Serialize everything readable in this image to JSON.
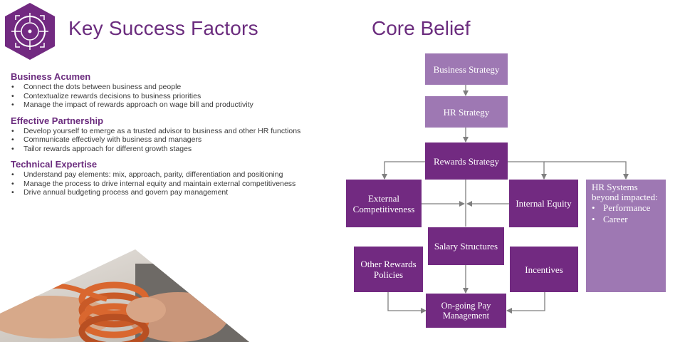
{
  "left": {
    "title": "Key Success Factors",
    "sections": [
      {
        "title": "Business Acumen",
        "items": [
          "Connect the dots between business and people",
          "Contextualize rewards decisions to business priorities",
          "Manage the impact of rewards approach on wage bill and productivity"
        ]
      },
      {
        "title": "Effective Partnership",
        "items": [
          "Develop yourself to emerge as a trusted advisor to business and other HR functions",
          "Communicate effectively with business and managers",
          "Tailor rewards approach for different growth stages"
        ]
      },
      {
        "title": "Technical Expertise",
        "items": [
          "Understand pay elements: mix, approach, parity, differentiation and positioning",
          "Manage the process to drive internal equity and maintain external competitiveness",
          "Drive annual budgeting process and govern pay management"
        ]
      }
    ]
  },
  "right": {
    "title": "Core Belief",
    "boxes": {
      "business_strategy": "Business Strategy",
      "hr_strategy": "HR Strategy",
      "rewards_strategy": "Rewards Strategy",
      "external_competitiveness": "External Competitiveness",
      "internal_equity": "Internal Equity",
      "salary_structures": "Salary Structures",
      "other_rewards_policies": "Other Rewards Policies",
      "incentives": "Incentives",
      "ongoing_pay_management": "On-going Pay Management"
    },
    "hr_systems": {
      "title": "HR Systems beyond impacted:",
      "items": [
        "Performance",
        "Career"
      ]
    }
  },
  "colors": {
    "accent": "#6b2c7e",
    "box_dark": "#722a81",
    "box_light": "#9e78b3",
    "arrow": "#7f7f7f"
  },
  "icons": {
    "logo": "target-crosshair-icon"
  }
}
